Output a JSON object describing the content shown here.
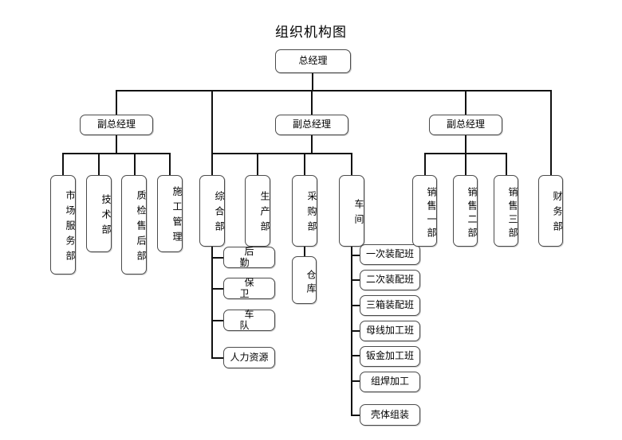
{
  "chart": {
    "title": "组织机构图",
    "type": "org-chart",
    "root": {
      "label": "总经理"
    },
    "level2": [
      {
        "label": "副总经理"
      },
      {
        "label": "副总经理"
      },
      {
        "label": "副总经理"
      }
    ],
    "branch_left": {
      "parent": "副总经理",
      "departments": [
        "市场服务部",
        "技术部",
        "质检售后部",
        "施工管理"
      ]
    },
    "branch_middle": {
      "parent": "副总经理",
      "departments": [
        "综合部",
        "生产部",
        "采购部",
        "车间"
      ],
      "comprehensive_subunits": [
        "后 勤",
        "保 卫",
        "车 队",
        "人力资源"
      ],
      "purchasing_subunits": [
        "仓库"
      ],
      "workshop_subunits": [
        "一次装配班",
        "二次装配班",
        "三箱装配班",
        "母线加工班",
        "钣金加工班",
        "组焊加工",
        "壳体组装"
      ]
    },
    "branch_right": {
      "parent": "副总经理",
      "departments": [
        "销售一部",
        "销售二部",
        "销售三部"
      ],
      "direct_to_root": [
        "财务部"
      ]
    },
    "colors": {
      "line": "#111111",
      "box_border": "#4b4b4b",
      "background": "#ffffff",
      "text": "#000000"
    }
  }
}
